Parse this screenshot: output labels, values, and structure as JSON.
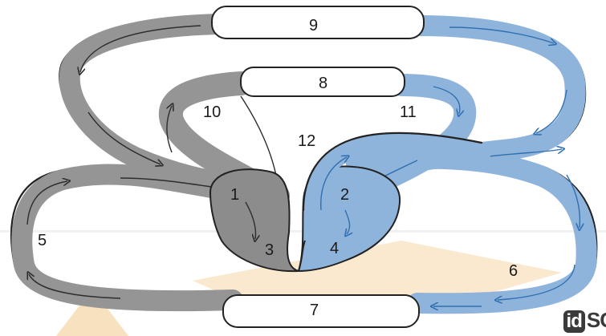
{
  "diagram": {
    "labels": {
      "n1": "1",
      "n2": "2",
      "n3": "3",
      "n4": "4",
      "n5": "5",
      "n6": "6",
      "n7": "7",
      "n8": "8",
      "n9": "9",
      "n10": "10",
      "n11": "11",
      "n12": "12"
    },
    "colors": {
      "deoxygenated": "#959595",
      "oxygenated": "#8fb4dc",
      "watermark_stripe": "#f2c98a"
    }
  },
  "watermark": {
    "badge": "id",
    "text": "SC"
  }
}
